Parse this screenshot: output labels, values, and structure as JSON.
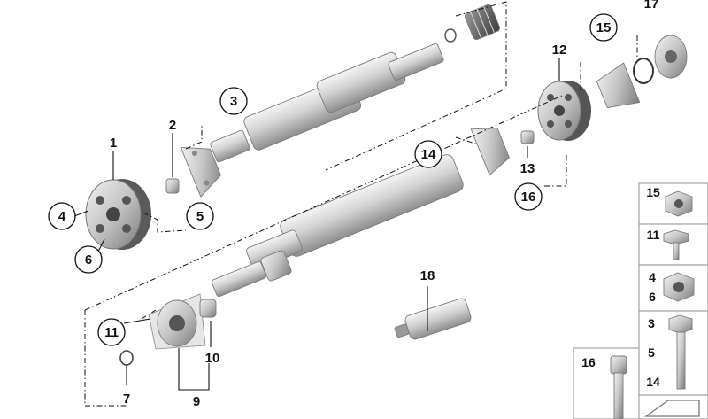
{
  "callouts": {
    "c1": "1",
    "c2": "2",
    "c3": "3",
    "c4": "4",
    "c5": "5",
    "c6": "6",
    "c7": "7",
    "c9": "9",
    "c10": "10",
    "c11": "11",
    "c12": "12",
    "c13": "13",
    "c14": "14",
    "c15": "15",
    "c16": "16",
    "c17": "17",
    "c18": "18"
  },
  "sidepanel": {
    "p15": "15",
    "p11": "11",
    "p4": "4",
    "p6": "6",
    "p3": "3",
    "p5": "5",
    "p14": "14",
    "p16": "16"
  },
  "colors": {
    "shaft_light": "#e9e9e9",
    "shaft_mid": "#c8c8c8",
    "shaft_dark": "#8f8f8f",
    "ink": "#111111"
  }
}
